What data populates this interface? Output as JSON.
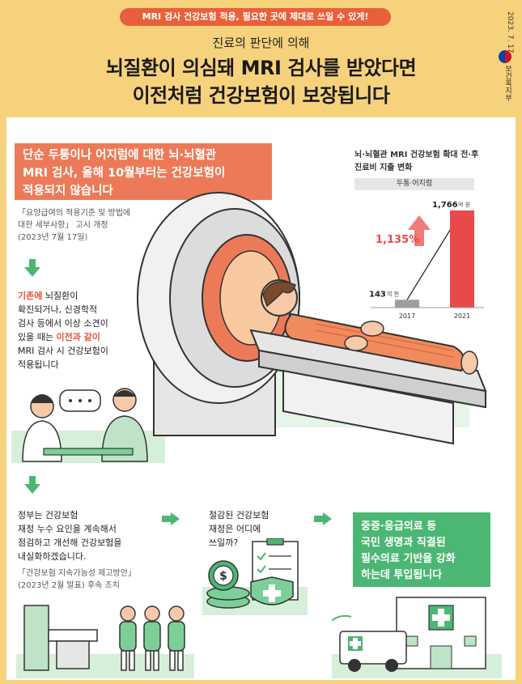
{
  "header": {
    "banner": "MRI 검사 건강보험 적용, 필요한 곳에 제대로 쓰일 수 있게!",
    "subtitle": "진료의 판단에 의해",
    "title_line1": "뇌질환이 의심돼 MRI 검사를 받았다면",
    "title_line2": "이전처럼 건강보험이 보장됩니다",
    "date": "2023. 7. 17.",
    "ministry": "보건복지부"
  },
  "intro": {
    "headline_line1": "단순 두통이나 어지럼에 대한 뇌·뇌혈관",
    "headline_line2": "MRI 검사, 올해 10월부터는 건강보험이",
    "headline_line3": "적용되지 않습니다",
    "source_line1": "「요양급여의 적용기준 및 방법에",
    "source_line2": "대한 세부사항」 고시 개정",
    "source_line3": "(2023년 7월 17일)"
  },
  "step2": {
    "hl1": "기존에",
    "t1": " 뇌질환이",
    "line2": "확진되거나, 신경학적",
    "line3": "검사 등에서  이상 소견이",
    "line4a": "있을 때는 ",
    "hl2": "이전과 같이",
    "line5": "MRI 검사 시 건강보험이",
    "line6": "적용됩니다"
  },
  "step3": {
    "line1": "정부는 건강보험",
    "line2": "재정 누수 요인을 계속해서",
    "line3": "점검하고 개선해 건강보험을",
    "line4": "내실화하겠습니다.",
    "source1": "「건강보험 지속가능성 제고방안」",
    "source2": "(2023년 2월 발표) 후속 조치"
  },
  "step4": {
    "line1": "절감된 건강보험",
    "line2": "재정은 어디에",
    "line3": "쓰일까?"
  },
  "step5": {
    "line1": "중증·응급의료 등",
    "line2": "국민 생명과 직결된",
    "line3": "필수의료 기반을 강화",
    "line4": "하는데 투입됩니다"
  },
  "chart_data": {
    "type": "bar",
    "title_line1": "뇌·뇌혈관 MRI 건강보험 확대 전·후",
    "title_line2": "진료비 지출 변화",
    "tag": "두통·어지럼",
    "categories": [
      "2017",
      "2021"
    ],
    "values": [
      143,
      1766
    ],
    "value_labels": [
      "143",
      "1,766"
    ],
    "unit": "억 원",
    "growth": "1,135%",
    "colors": {
      "bar2017": "#9e9e9e",
      "bar2021": "#e84a4a",
      "arrow": "#ef7b7b"
    }
  },
  "colors": {
    "frame": "#f7d27c",
    "accent_orange": "#ec7a58",
    "green": "#4cb674"
  }
}
